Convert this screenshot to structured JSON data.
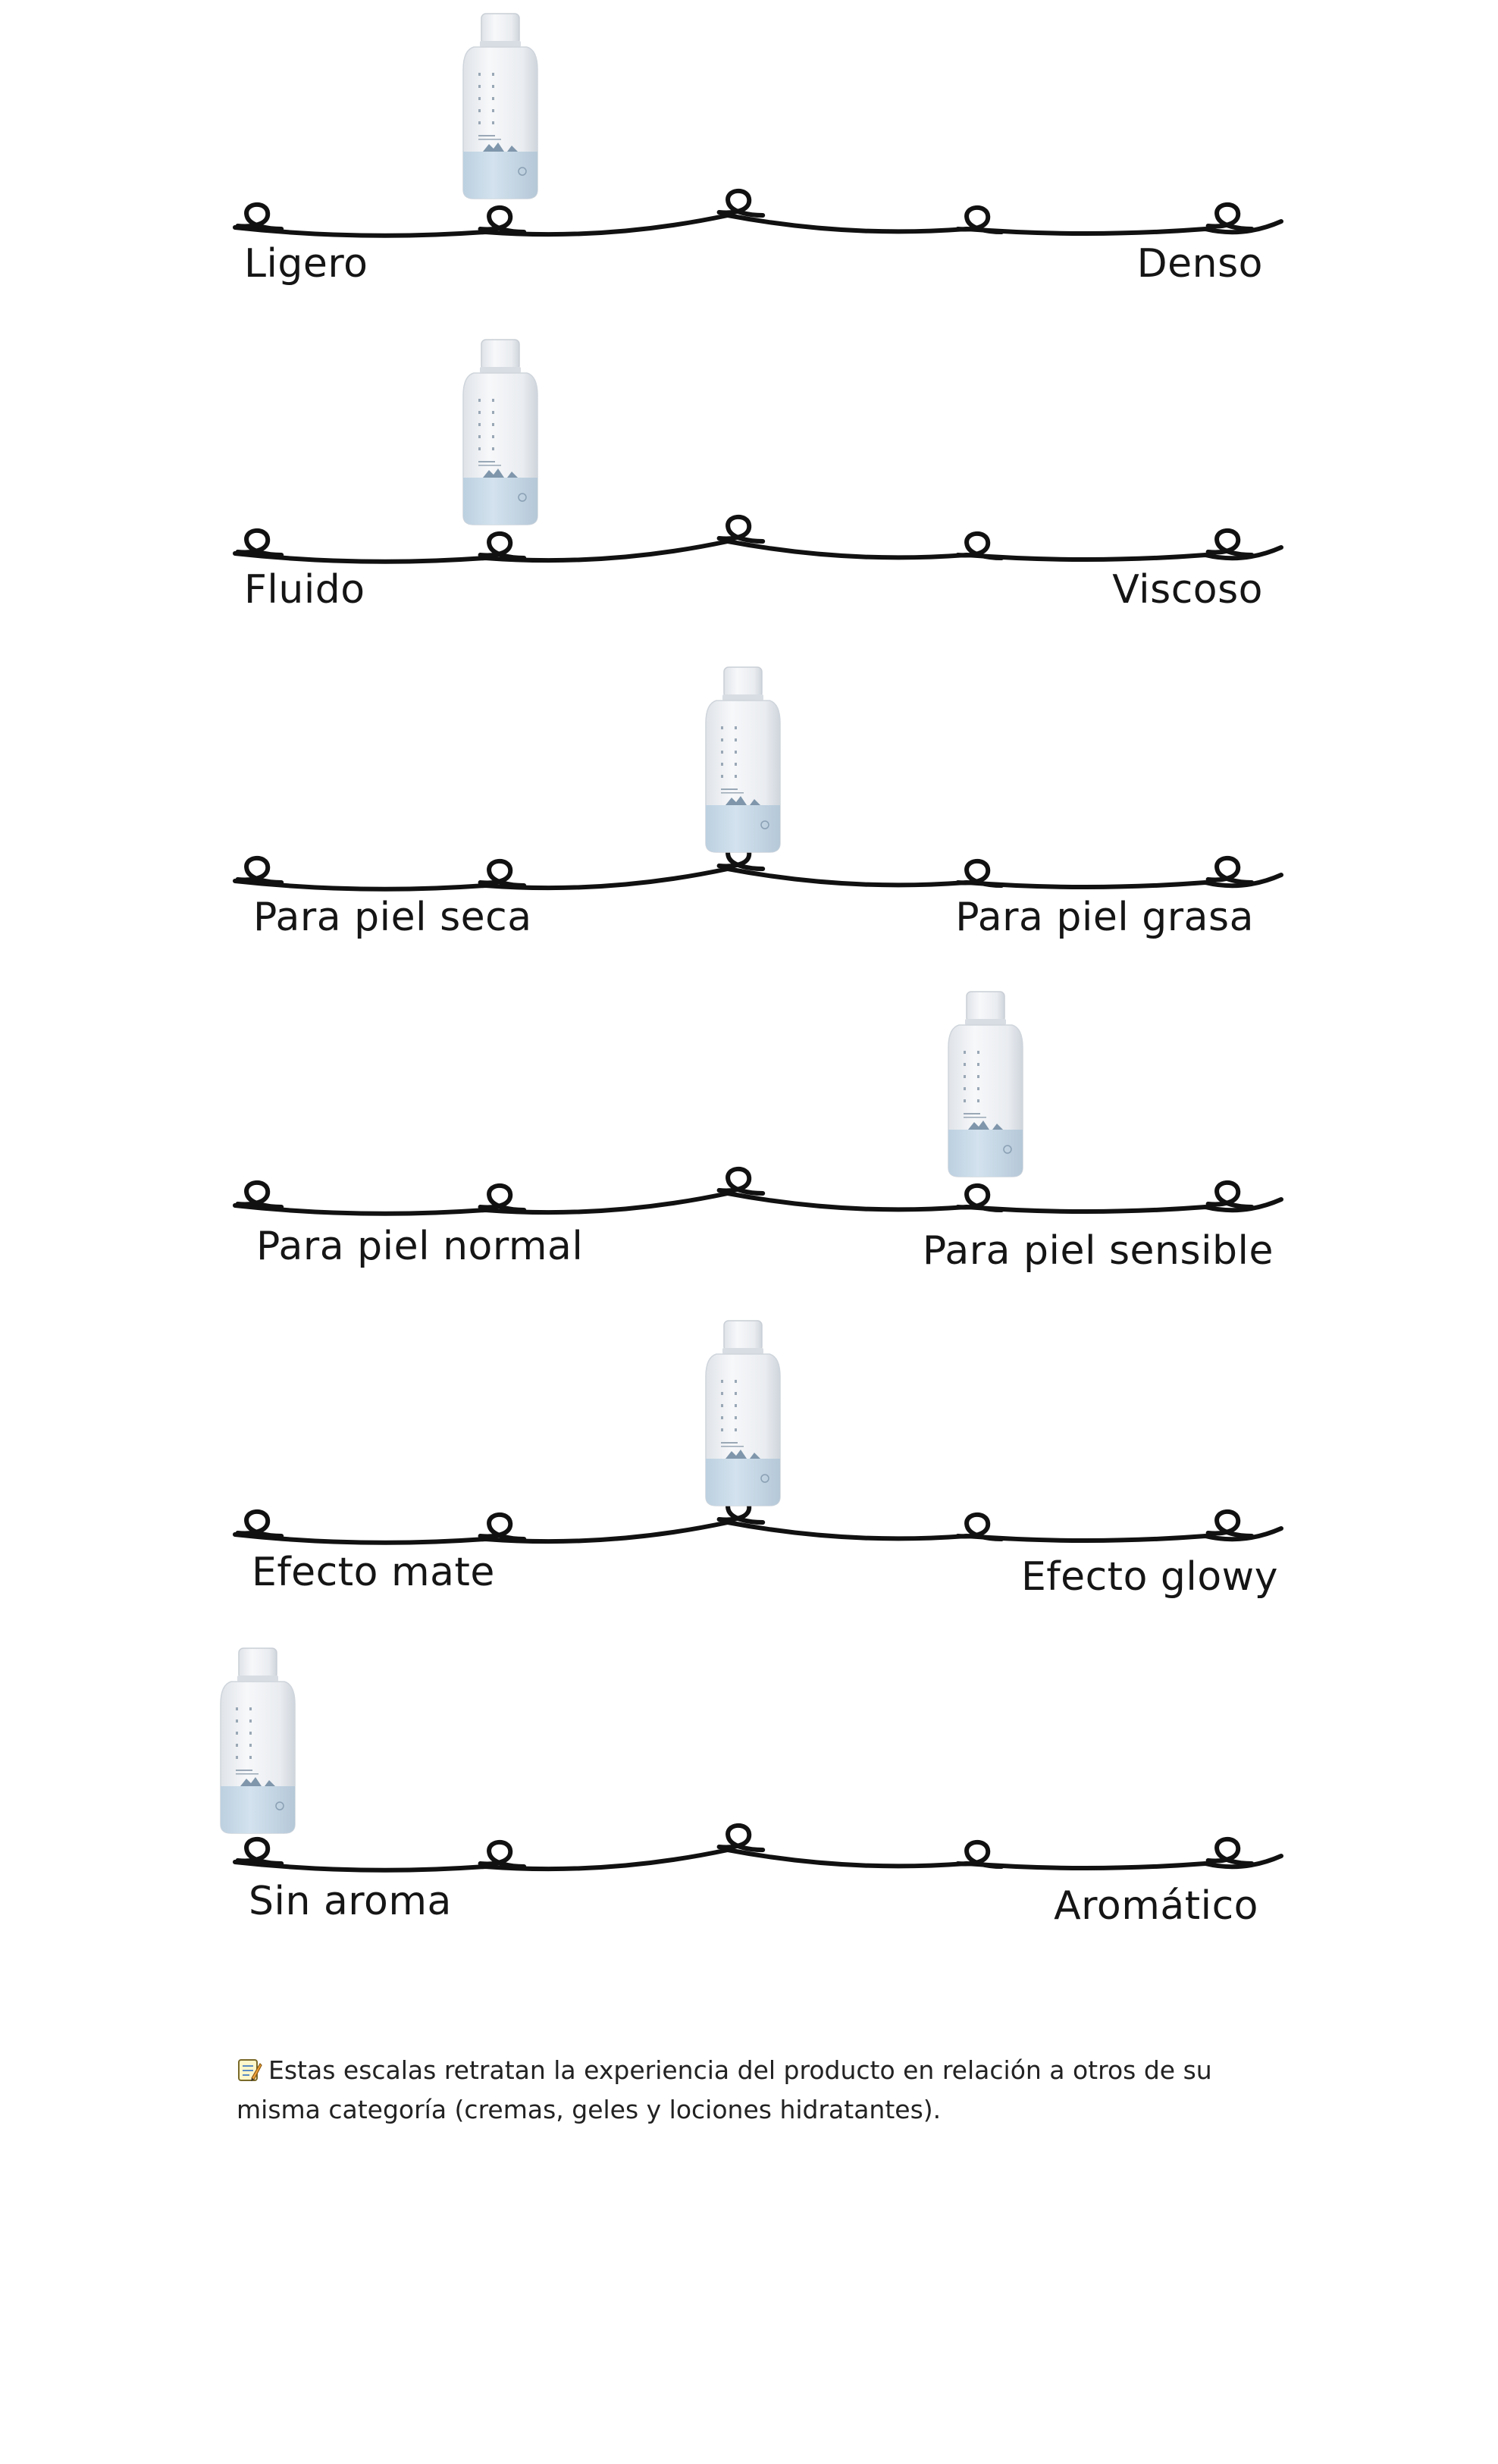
{
  "scales": [
    {
      "left_label": "Ligero",
      "right_label": "Denso",
      "level": 0.25
    },
    {
      "left_label": "Fluido",
      "right_label": "Viscoso",
      "level": 0.25
    },
    {
      "left_label": "Para piel seca",
      "right_label": "Para piel grasa",
      "level": 0.5
    },
    {
      "left_label": "Para piel normal",
      "right_label": "Para piel sensible",
      "level": 0.75
    },
    {
      "left_label": "Efecto mate",
      "right_label": "Efecto glowy",
      "level": 0.5
    },
    {
      "left_label": "Sin aroma",
      "right_label": "Aromático",
      "level": 0.0
    }
  ],
  "note": {
    "icon": "memo-icon",
    "text": "Estas escalas retratan la experiencia del producto en relación a otros de su misma categoría (cremas, geles y lociones hidratantes)."
  },
  "colors": {
    "line": "#111111",
    "bottle_body": "#eef0f3",
    "bottle_band": "#d3e2ee",
    "mountain": "#7f96ab"
  }
}
